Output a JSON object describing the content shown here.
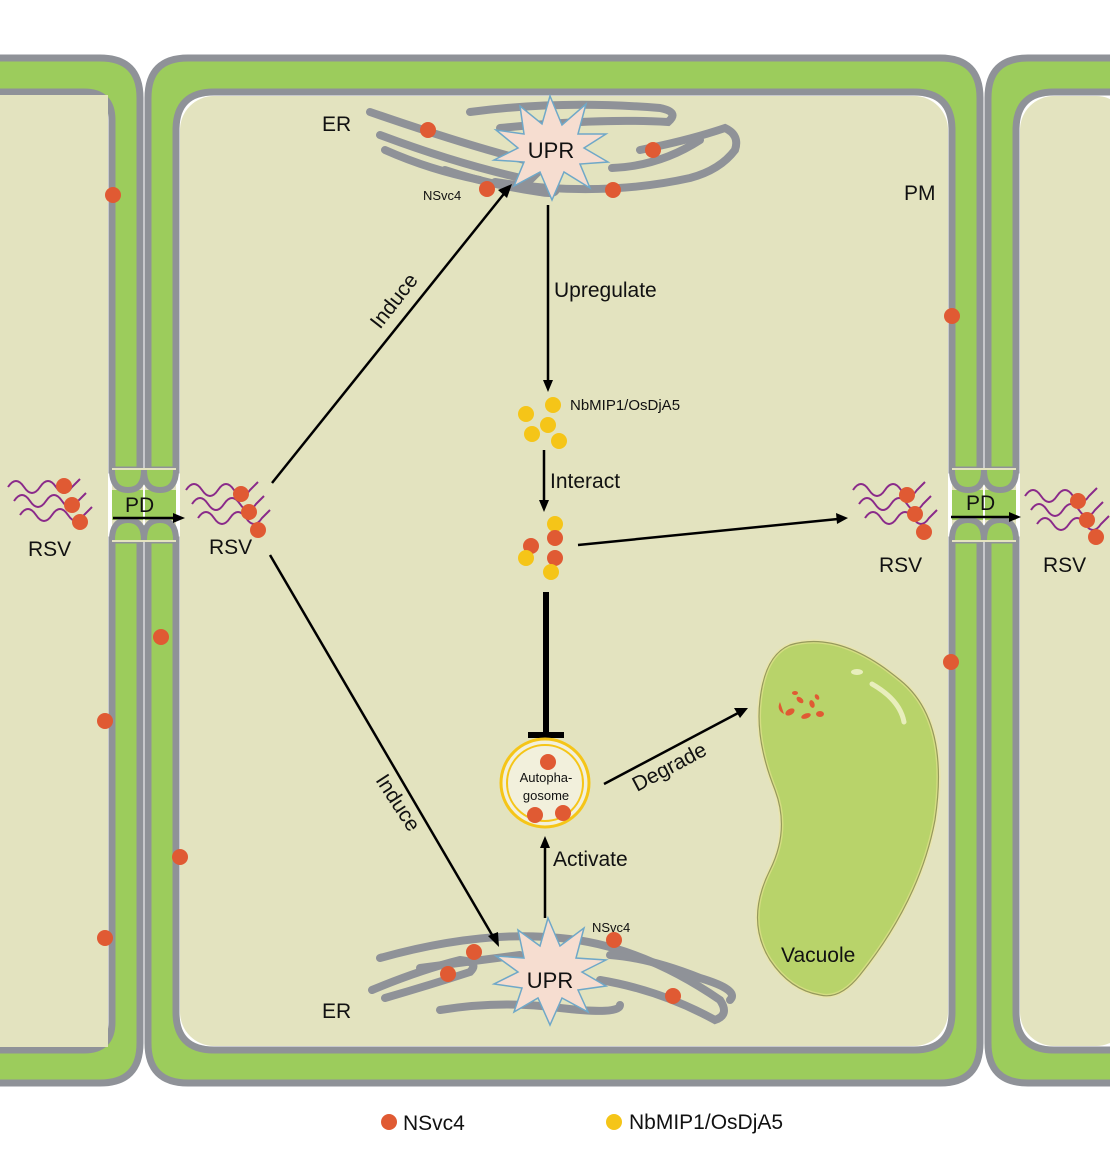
{
  "colors": {
    "cell_wall": "#9ccc5c",
    "membrane": "#8f9298",
    "cytoplasm": "#e3e3bf",
    "nsvc4": "#e05a33",
    "nbmip1": "#f5c518",
    "upr_fill": "#f6ddd0",
    "vacuole": "#b8d36a",
    "rna": "#8a2a8a"
  },
  "labels": {
    "er_top": "ER",
    "er_bottom": "ER",
    "upr_top": "UPR",
    "upr_bottom": "UPR",
    "nsvc4_top": "NSvc4",
    "nsvc4_bottom": "NSvc4",
    "pm": "PM",
    "induce_top": "Induce",
    "induce_bottom": "Induce",
    "upregulate": "Upregulate",
    "nbmip1": "NbMIP1/OsDjA5",
    "interact": "Interact",
    "autophagosome_line1": "Autopha-",
    "autophagosome_line2": "gosome",
    "degrade": "Degrade",
    "activate": "Activate",
    "vacuole": "Vacuole",
    "pd_left": "PD",
    "pd_right": "PD",
    "rsv_far_left": "RSV",
    "rsv_left": "RSV",
    "rsv_right": "RSV",
    "rsv_far_right": "RSV"
  },
  "legend": [
    {
      "label": "NSvc4",
      "color_key": "nsvc4"
    },
    {
      "label": "NbMIP1/OsDjA5",
      "color_key": "nbmip1"
    }
  ]
}
